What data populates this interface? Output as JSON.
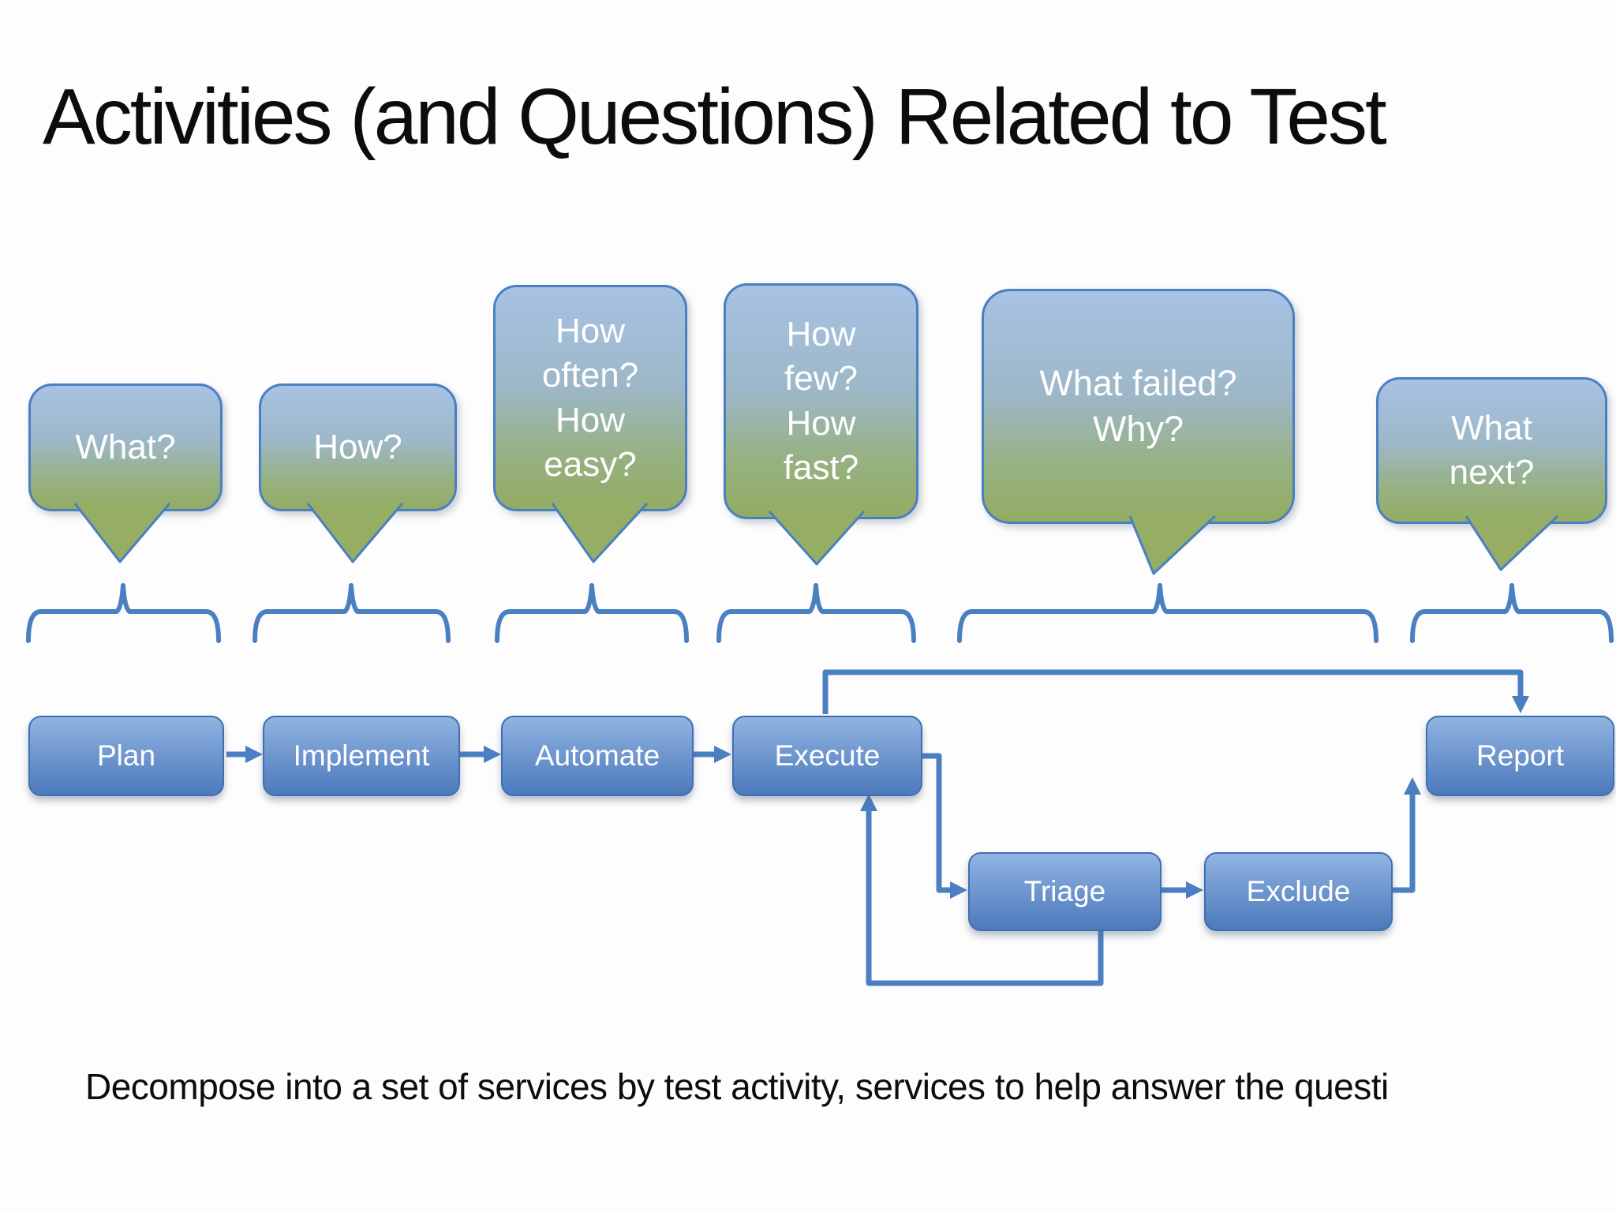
{
  "slide": {
    "title": "Activities (and Questions) Related to Test",
    "caption": "Decompose into a set of services by test activity, services to help answer the questi",
    "bubbles": [
      {
        "id": "what",
        "text": "What?"
      },
      {
        "id": "how",
        "text": "How?"
      },
      {
        "id": "how-often",
        "text": "How\noften?\nHow\neasy?"
      },
      {
        "id": "how-few",
        "text": "How\nfew?\nHow\nfast?"
      },
      {
        "id": "what-failed",
        "text": "What failed?\nWhy?"
      },
      {
        "id": "what-next",
        "text": "What\nnext?"
      }
    ],
    "activities": [
      {
        "id": "plan",
        "label": "Plan"
      },
      {
        "id": "implement",
        "label": "Implement"
      },
      {
        "id": "automate",
        "label": "Automate"
      },
      {
        "id": "execute",
        "label": "Execute"
      },
      {
        "id": "report",
        "label": "Report"
      },
      {
        "id": "triage",
        "label": "Triage"
      },
      {
        "id": "exclude",
        "label": "Exclude"
      }
    ],
    "colors": {
      "bubble_gradient_top": "#a7c2e4",
      "bubble_gradient_bottom": "#93ac62",
      "bubble_border": "#4a7fc1",
      "box_gradient_top": "#90b4e3",
      "box_gradient_bottom": "#4c7abc",
      "box_border": "#3f6fb3",
      "connector": "#4a7fc1",
      "label_text": "#ffffff",
      "title_text": "#0c0c0c",
      "background": "#fdfdfd"
    }
  }
}
